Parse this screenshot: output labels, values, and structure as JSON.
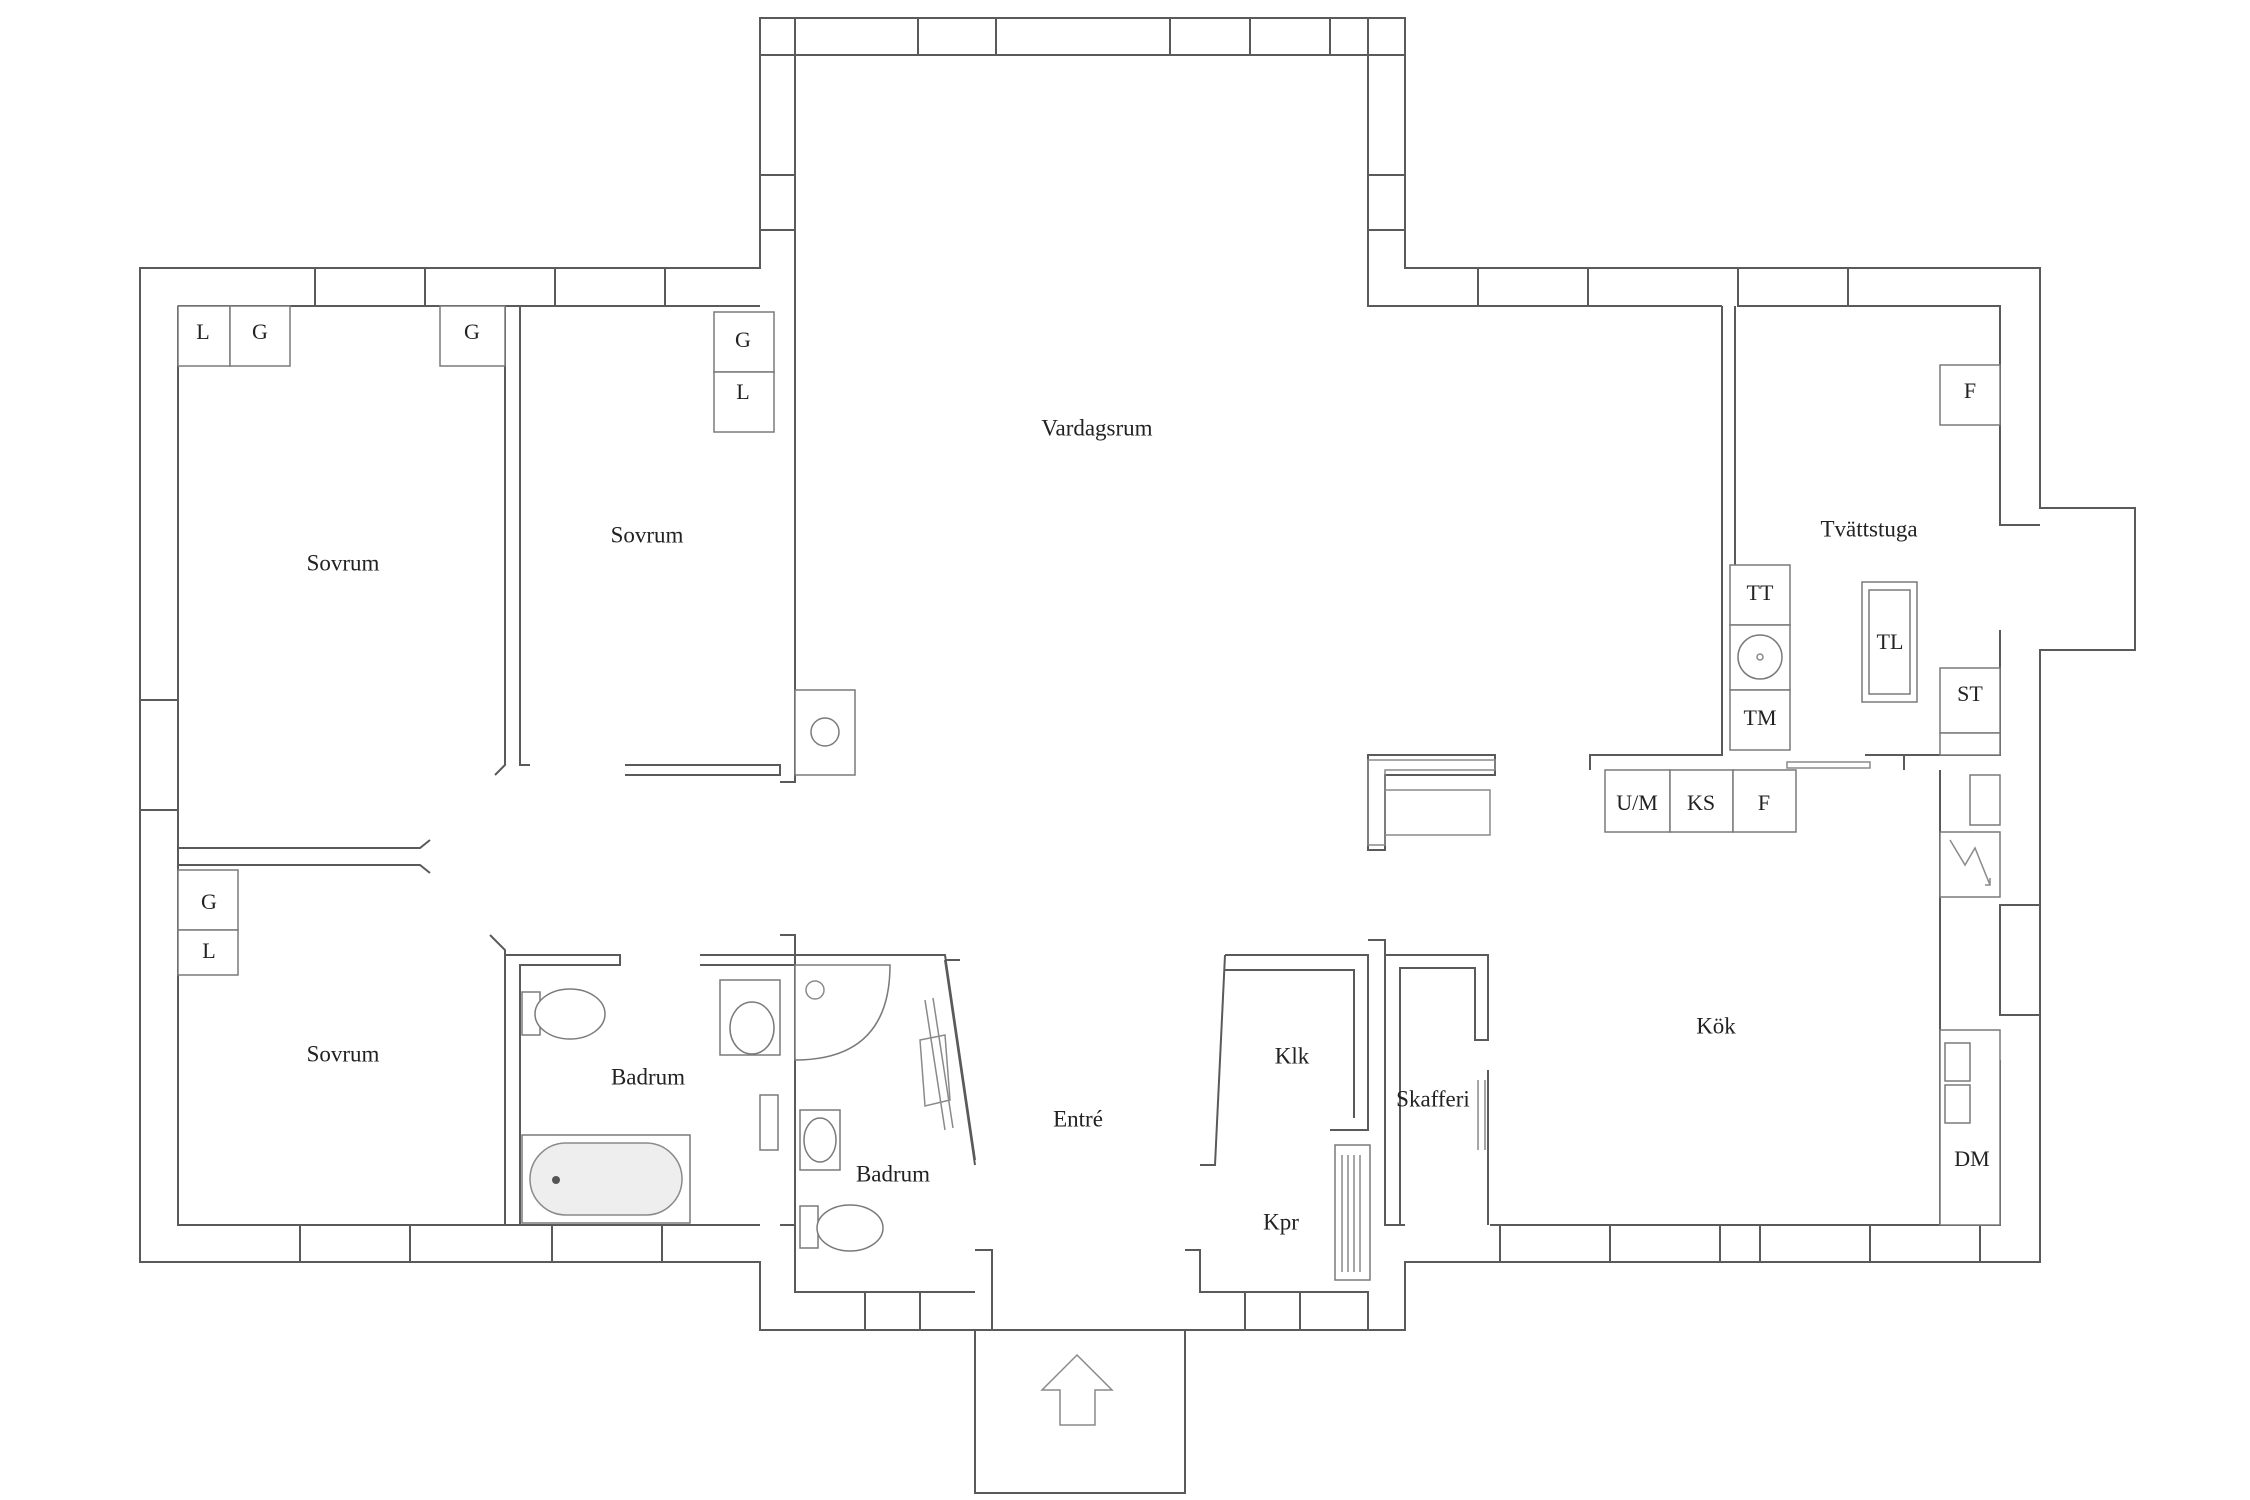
{
  "rooms": {
    "vardagsrum": "Vardagsrum",
    "sovrum_1": "Sovrum",
    "sovrum_2": "Sovrum",
    "sovrum_3": "Sovrum",
    "badrum_1": "Badrum",
    "badrum_2": "Badrum",
    "entre": "Entré",
    "klk": "Klk",
    "kpr": "Kpr",
    "skafferi": "Skafferi",
    "kok": "Kök",
    "tvattstuga": "Tvättstuga"
  },
  "fixtures": {
    "l_1": "L",
    "g_1": "G",
    "g_2": "G",
    "g_3": "G",
    "l_2": "L",
    "g_4": "G",
    "l_3": "L",
    "f_1": "F",
    "tt": "TT",
    "tm": "TM",
    "tl": "TL",
    "st": "ST",
    "um": "U/M",
    "ks": "KS",
    "f_2": "F",
    "dm": "DM"
  }
}
